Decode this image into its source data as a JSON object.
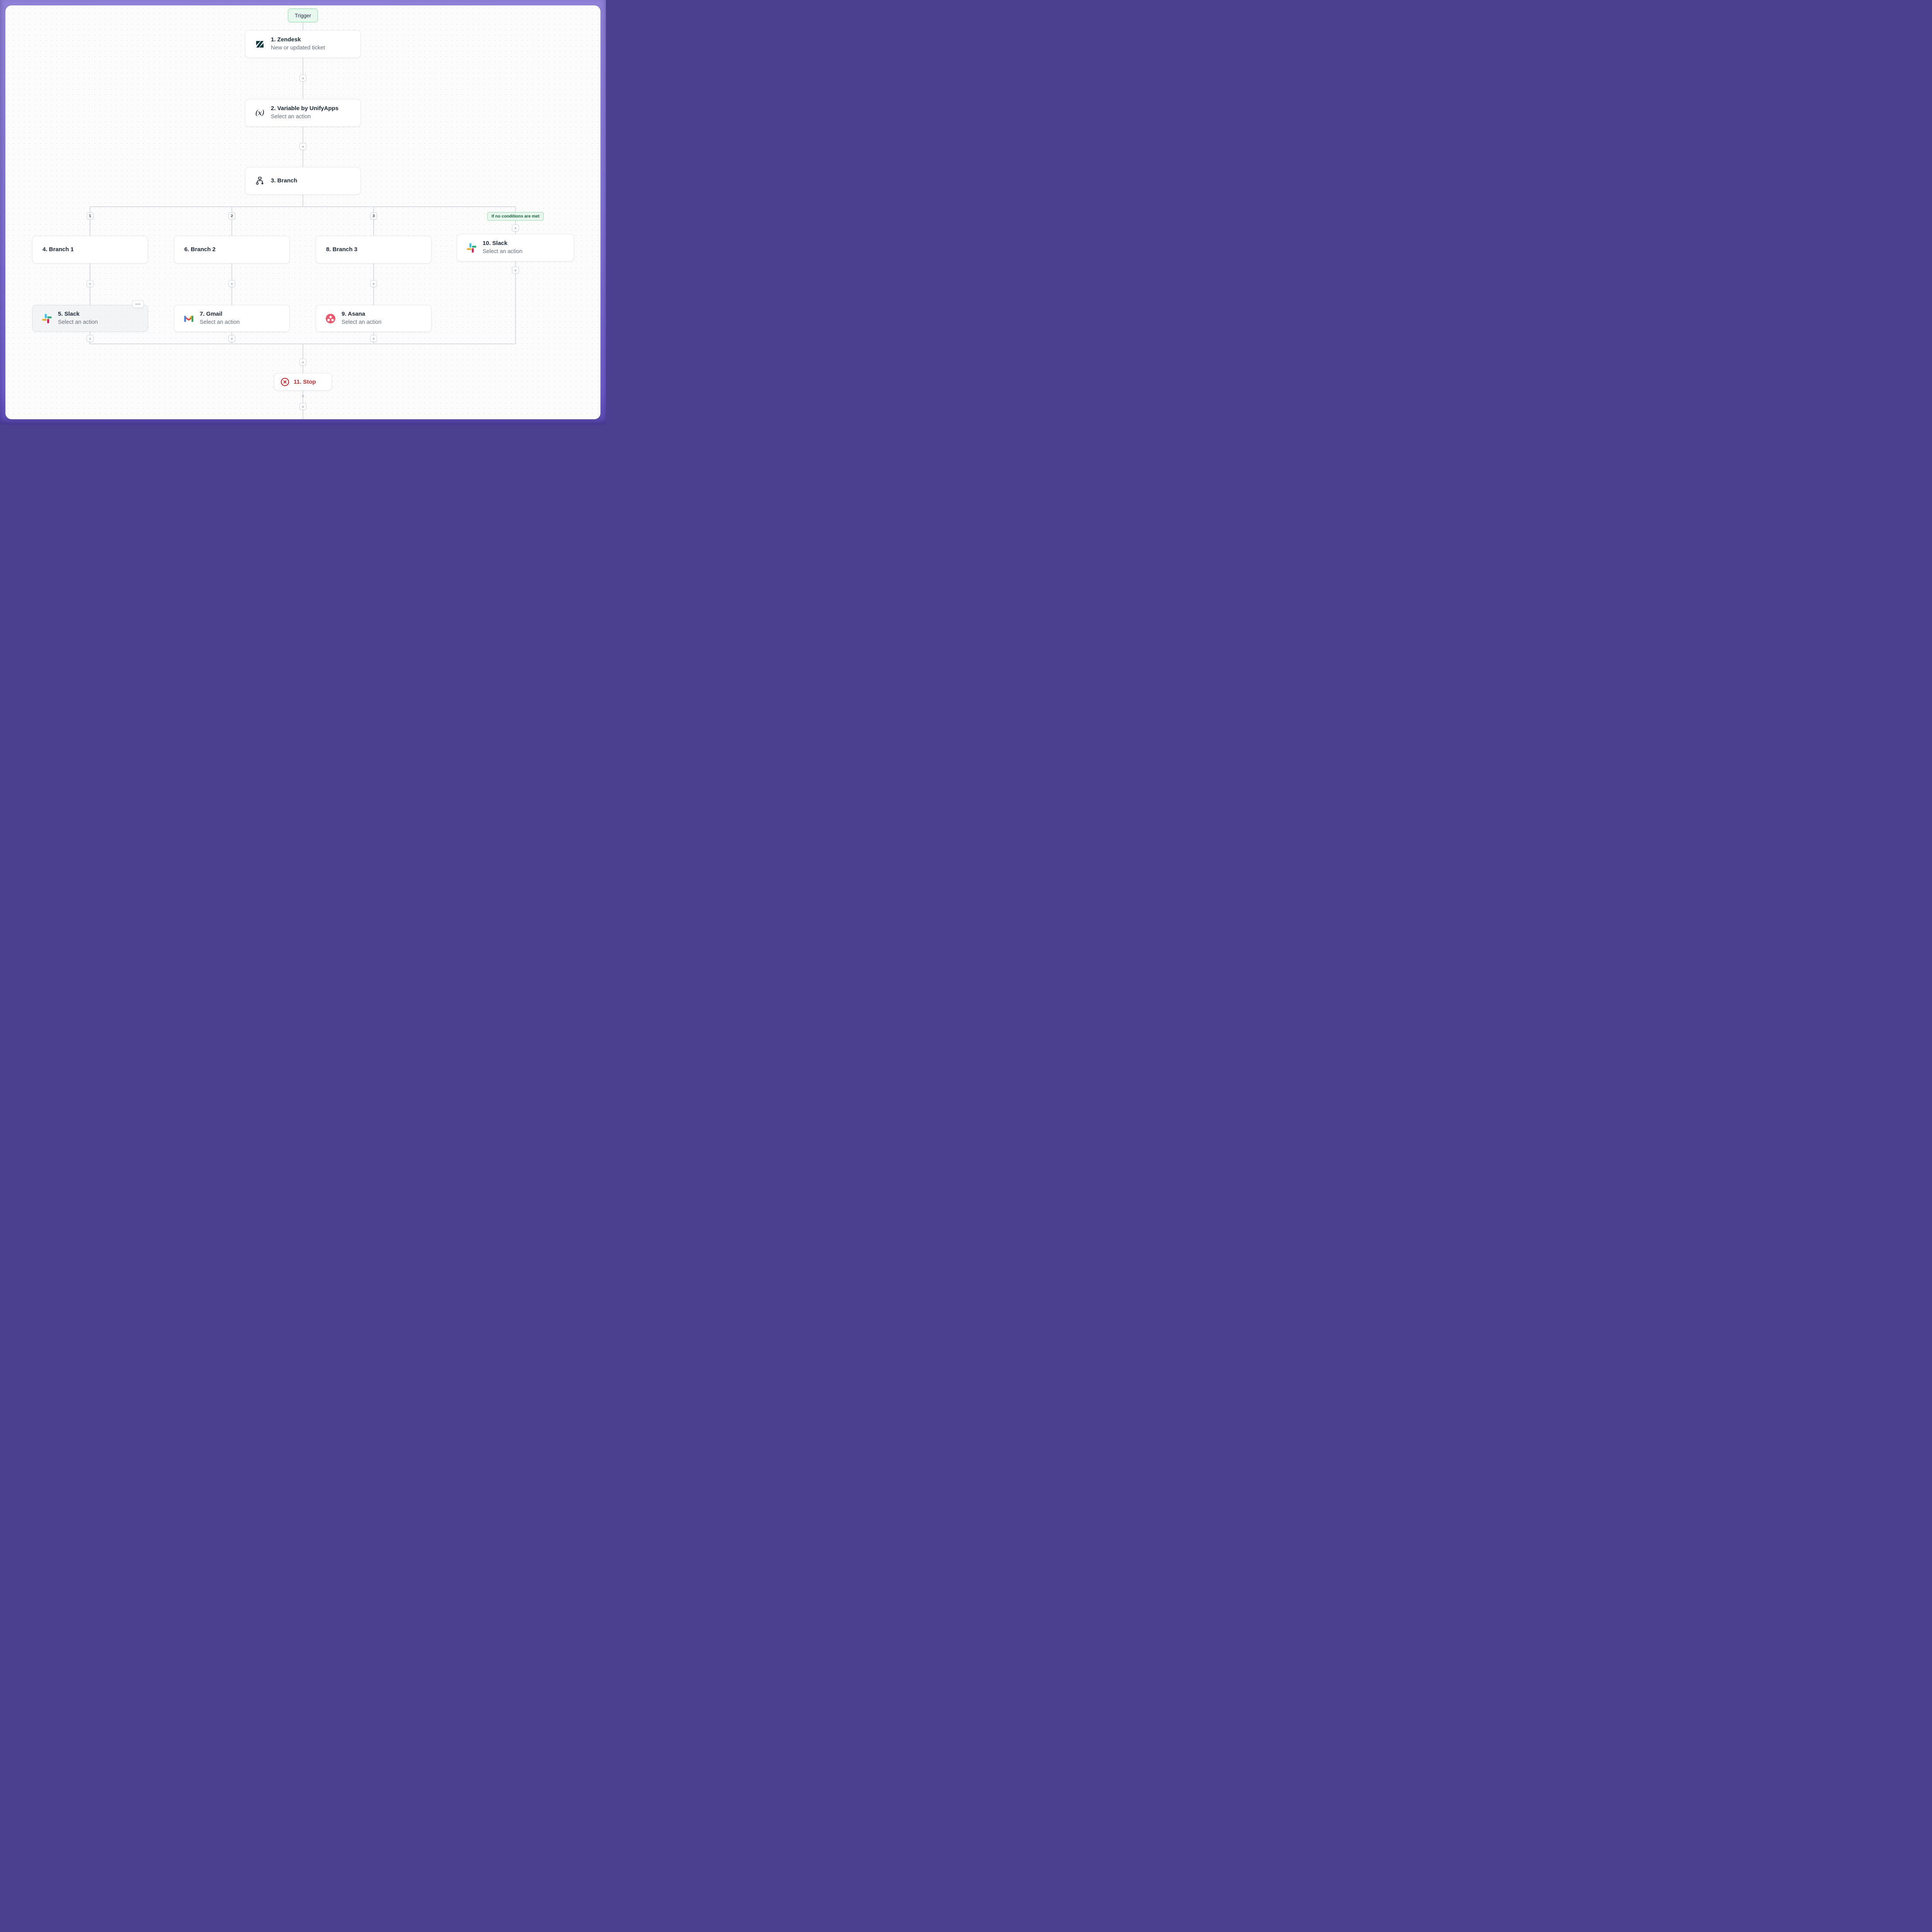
{
  "badges": {
    "trigger": "Trigger",
    "fallback": "If no conditions are met"
  },
  "branch_labels": {
    "b1": "1",
    "b2": "2",
    "b3": "3"
  },
  "glyphs": {
    "plus": "+",
    "ellipsis": "⋯",
    "variable": "(x)"
  },
  "icons": {
    "zendesk": "zendesk-logo",
    "variable": "variable-x-icon",
    "branch": "branch-tree-icon",
    "slack": "slack-logo",
    "gmail": "gmail-logo",
    "asana": "asana-logo",
    "stop": "stop-circle-x-icon",
    "add": "plus-icon",
    "more": "ellipsis-icon"
  },
  "colors": {
    "frame_purple_top": "#8f81d8",
    "frame_purple_bottom": "#6c5ac9",
    "canvas_bg": "#fcfcfd",
    "connector_line": "#d6dbe2",
    "green_badge_bg": "#e8f8ef",
    "green_badge_border": "#7fd9a5",
    "stop_red": "#dc2626",
    "title_text": "#1f2a3a",
    "subtitle_text": "#68707e"
  },
  "nodes": {
    "zendesk": {
      "title": "1. Zendesk",
      "subtitle": "New or updated ticket"
    },
    "variable": {
      "title": "2. Variable by UnifyApps",
      "subtitle": "Select an action"
    },
    "branch": {
      "title": "3. Branch"
    },
    "branch1": {
      "title": "4. Branch 1"
    },
    "slack5": {
      "title": "5. Slack",
      "subtitle": "Select an action"
    },
    "branch2": {
      "title": "6. Branch 2"
    },
    "gmail7": {
      "title": "7. Gmail",
      "subtitle": "Select an action"
    },
    "branch3": {
      "title": "8. Branch 3"
    },
    "asana9": {
      "title": "9. Asana",
      "subtitle": "Select an action"
    },
    "slack10": {
      "title": "10. Slack",
      "subtitle": "Select an action"
    },
    "stop": {
      "title": "11. Stop"
    }
  }
}
